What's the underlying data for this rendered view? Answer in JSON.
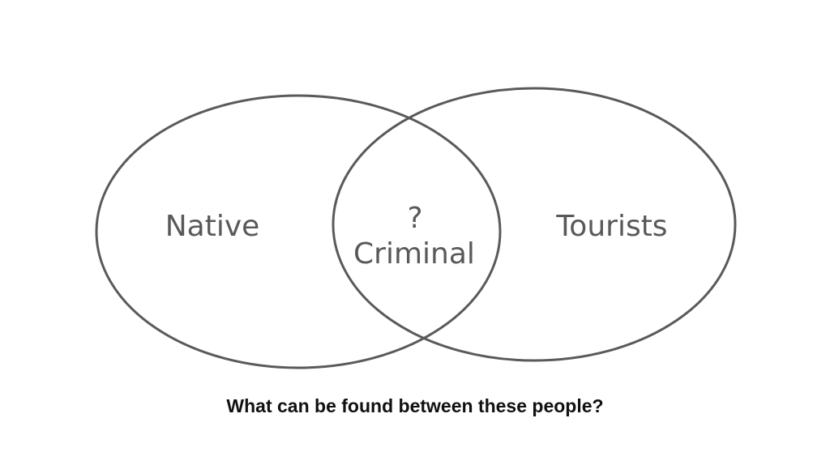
{
  "diagram": {
    "sets": [
      {
        "label": "Native"
      },
      {
        "label": "Tourists"
      }
    ],
    "overlap": {
      "mark": "?",
      "label": "Criminal"
    },
    "colors": {
      "outline": "#5a5a5a",
      "label_text": "#595959",
      "question_text": "#111111",
      "background": "#ffffff"
    }
  },
  "question": "What can be found between these people?"
}
